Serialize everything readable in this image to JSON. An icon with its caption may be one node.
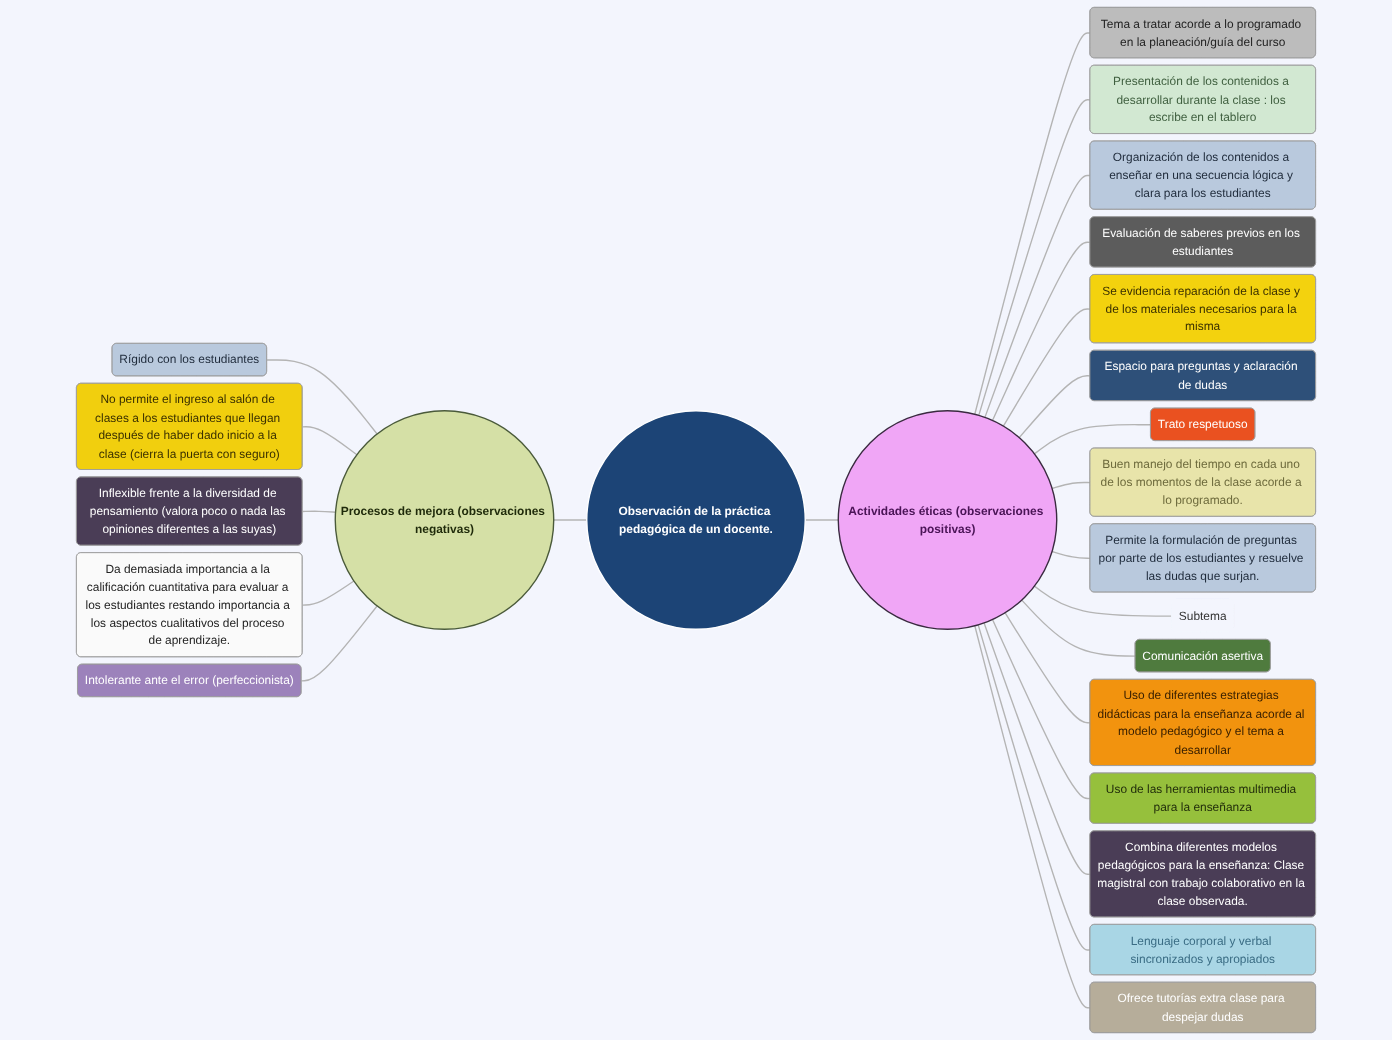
{
  "diagram": {
    "nodes": [
      {
        "text": [
          "Observación de la práctica pedagógica de un docente."
        ]
      },
      {
        "text": [
          "Actividades éticas (observaciones positivas)"
        ]
      },
      {
        "text": [
          "Tema a tratar acorde a lo programado en la planeación/guía del curso"
        ]
      },
      {
        "text": [
          "Presentación de los contenidos a desarrollar durante la clase : los escribe en el tablero"
        ]
      },
      {
        "text": [
          "Organización de los contenidos a enseñar en una secuencia lógica y clara para los estudiantes"
        ]
      },
      {
        "text": [
          "Evaluación de saberes previos en los estudiantes"
        ]
      },
      {
        "text": [
          "Se evidencia reparación de la clase y de los materiales necesarios para la misma"
        ]
      },
      {
        "text": [
          "Espacio para preguntas y aclaración de dudas"
        ]
      },
      {
        "text": [
          "Trato respetuoso"
        ]
      },
      {
        "text": [
          "Buen manejo del tiempo en cada uno de los momentos de la clase acorde a lo programado."
        ]
      },
      {
        "text": [
          "Permite la formulación de preguntas por parte de los estudiantes y resuelve las dudas que surjan."
        ]
      },
      {
        "text": [
          "Subtema"
        ]
      },
      {
        "text": [
          "Comunicación asertiva"
        ]
      },
      {
        "text": [
          "Uso de diferentes estrategias didácticas para la enseñanza acorde al modelo pedagógico y el tema a desarrollar"
        ]
      },
      {
        "text": [
          "Uso de las herramientas multimedia para la enseñanza"
        ]
      },
      {
        "text": [
          "Combina diferentes modelos pedagógicos para la enseñanza: Clase magistral con trabajo colaborativo en la clase observada."
        ]
      },
      {
        "text": [
          "Lenguaje corporal y verbal sincronizados y apropiados"
        ]
      },
      {
        "text": [
          "Ofrece tutorías extra clase para despejar dudas"
        ]
      },
      {
        "text": [
          "Procesos de mejora (observaciones negativas)"
        ]
      },
      {
        "text": [
          "Rígido con los estudiantes"
        ]
      },
      {
        "text": [
          "No permite el ingreso al salón de clases a los estudiantes que llegan después de haber dado inicio a la clase (cierra la puerta con seguro)"
        ]
      },
      {
        "text": [
          "Inflexible frente a la diversidad de pensamiento (valora poco o nada las opiniones diferentes a las suyas)"
        ]
      },
      {
        "text": [
          "Da demasiada importancia a la calificación cuantitativa para evaluar a los estudiantes restando importancia a los aspectos cualitativos del proceso de aprendizaje."
        ]
      },
      {
        "text": [
          "Intolerante ante el error (perfeccionista)"
        ]
      }
    ],
    "edges": [
      {
        "from": 0,
        "to": 1,
        "arrow": "none"
      },
      {
        "from": 1,
        "to": 2,
        "arrow": "none"
      },
      {
        "from": 1,
        "to": 3,
        "arrow": "none"
      },
      {
        "from": 1,
        "to": 4,
        "arrow": "none"
      },
      {
        "from": 1,
        "to": 5,
        "arrow": "none"
      },
      {
        "from": 1,
        "to": 6,
        "arrow": "none"
      },
      {
        "from": 1,
        "to": 7,
        "arrow": "none"
      },
      {
        "from": 1,
        "to": 8,
        "arrow": "none"
      },
      {
        "from": 1,
        "to": 9,
        "arrow": "none"
      },
      {
        "from": 1,
        "to": 10,
        "arrow": "none"
      },
      {
        "from": 1,
        "to": 11,
        "arrow": "none"
      },
      {
        "from": 1,
        "to": 12,
        "arrow": "none"
      },
      {
        "from": 1,
        "to": 13,
        "arrow": "none"
      },
      {
        "from": 1,
        "to": 14,
        "arrow": "none"
      },
      {
        "from": 1,
        "to": 15,
        "arrow": "none"
      },
      {
        "from": 1,
        "to": 16,
        "arrow": "none"
      },
      {
        "from": 1,
        "to": 17,
        "arrow": "none"
      },
      {
        "from": 0,
        "to": 18,
        "arrow": "none"
      },
      {
        "from": 18,
        "to": 19,
        "arrow": "none"
      },
      {
        "from": 18,
        "to": 20,
        "arrow": "none"
      },
      {
        "from": 18,
        "to": 21,
        "arrow": "none"
      },
      {
        "from": 18,
        "to": 22,
        "arrow": "none"
      },
      {
        "from": 18,
        "to": 23,
        "arrow": "none"
      }
    ]
  }
}
